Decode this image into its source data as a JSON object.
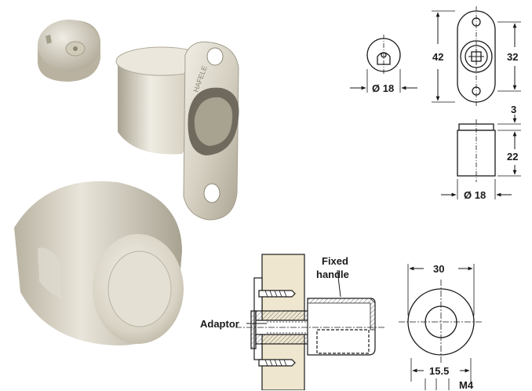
{
  "dimensions": {
    "cap_diameter": "Ø 18",
    "plate_height": "42",
    "plate_bore": "32",
    "cylinder_lip": "3",
    "cylinder_height": "22",
    "cylinder_diameter": "Ø 18",
    "handle_diameter": "30",
    "handle_center": "15.5",
    "thread": "M4"
  },
  "callouts": {
    "fixed_handle_line1": "Fixed",
    "fixed_handle_line2": "handle",
    "adaptor": "Adaptor"
  },
  "hardware_marking": "HAFELE",
  "colors": {
    "metal_light": "#e6e2d6",
    "metal_mid": "#cfc9b8",
    "metal_dark": "#9e9887",
    "wood": "#efe6cf",
    "line": "#1a1a1a",
    "hatch": "#7a7a7a"
  }
}
